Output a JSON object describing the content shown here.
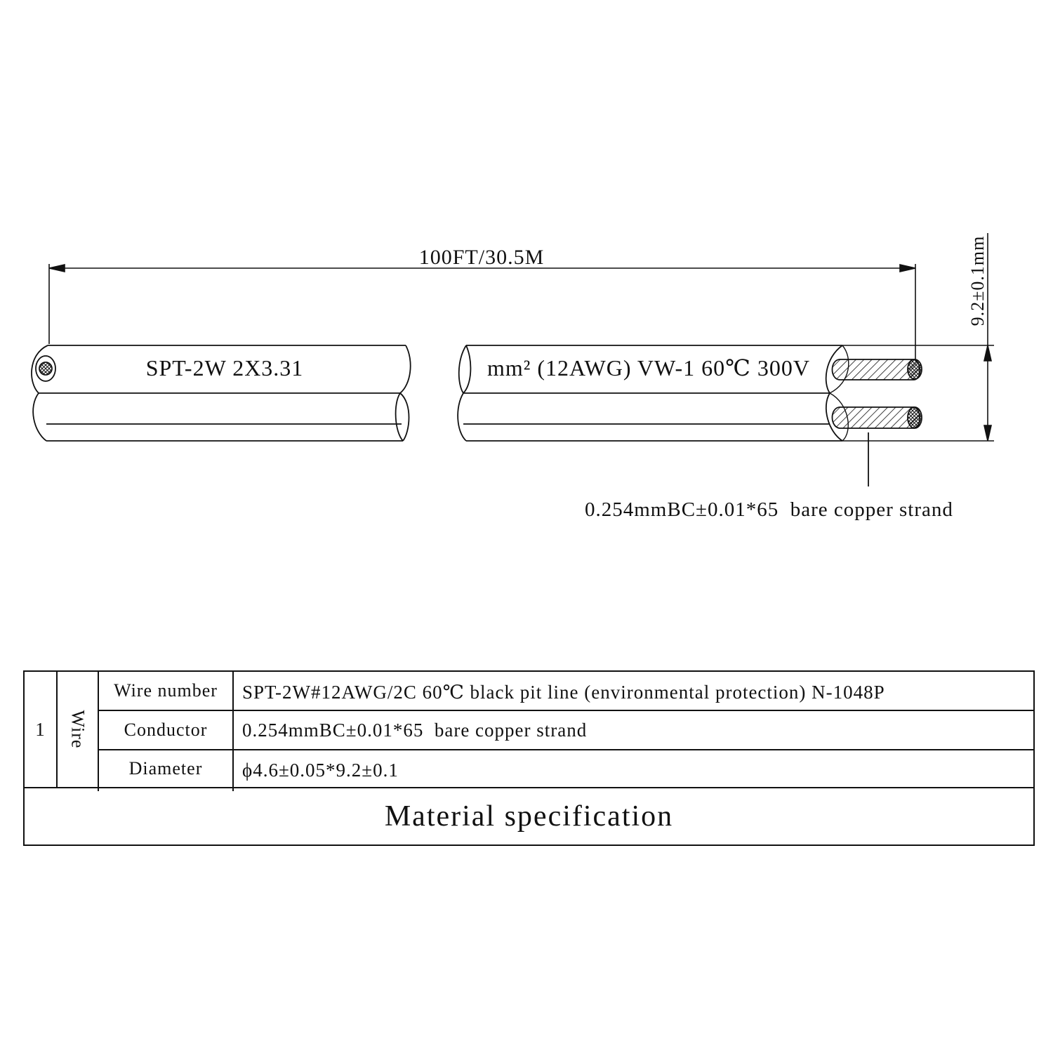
{
  "diagram": {
    "length_label": "100FT/30.5M",
    "height_label": "9.2±0.1mm",
    "print_left": "SPT-2W 2X3.31",
    "print_right": "mm² (12AWG) VW-1 60℃ 300V",
    "strand_label": "0.254mmBC±0.01*65  bare copper strand"
  },
  "table": {
    "item_no": "1",
    "category": "Wire",
    "rows": [
      {
        "label": "Wire number",
        "value": "SPT-2W#12AWG/2C 60℃ black pit line (environmental protection) N-1048P"
      },
      {
        "label": "Conductor",
        "value": "0.254mmBC±0.01*65  bare copper strand"
      },
      {
        "label": "Diameter",
        "value": "ϕ4.6±0.05*9.2±0.1"
      }
    ],
    "footer": "Material specification"
  }
}
